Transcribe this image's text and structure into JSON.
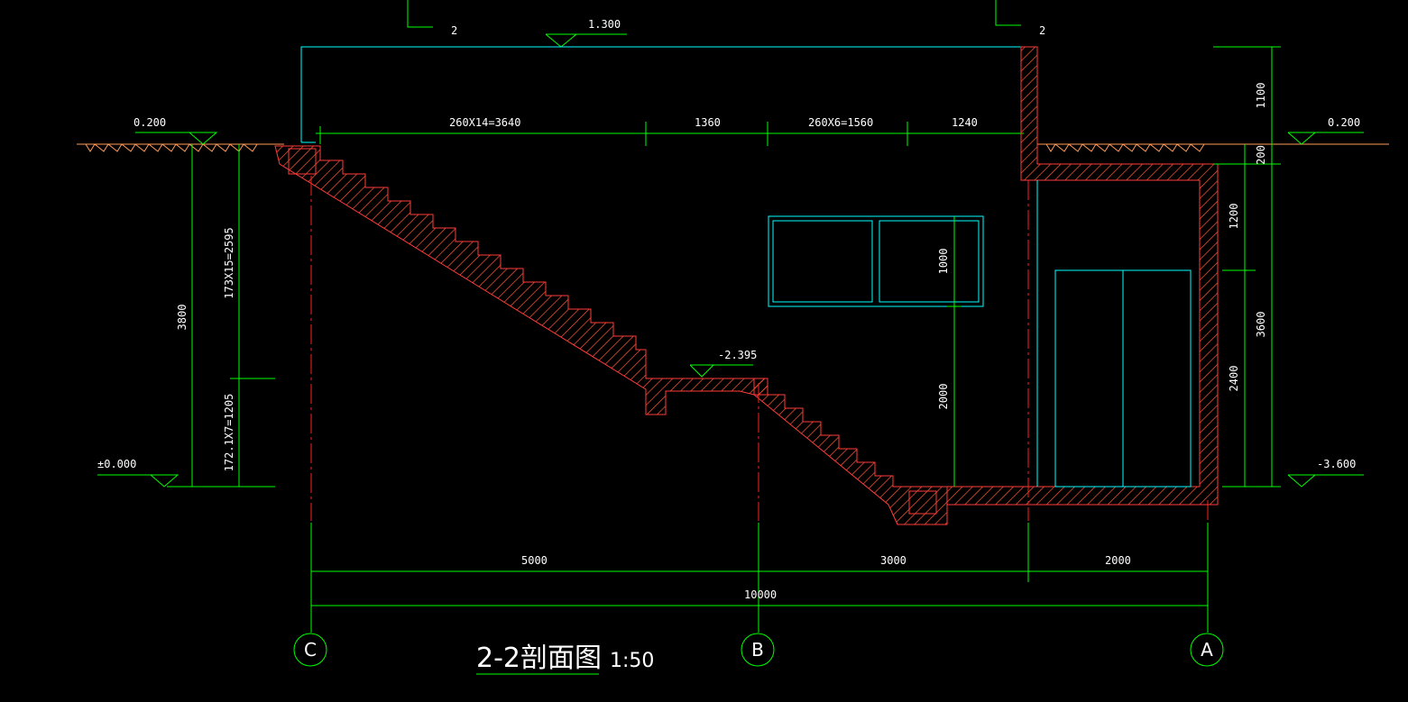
{
  "drawing": {
    "title": "2-2剖面图",
    "scale": "1:50",
    "section_marks": [
      "2",
      "2"
    ],
    "elevations": {
      "roof": "1.300",
      "ground_left": "0.200",
      "ground_right": "0.200",
      "zero": "±0.000",
      "landing": "-2.395",
      "basement": "-3.600"
    },
    "dims_top": [
      "260X14=3640",
      "1360",
      "260X6=1560",
      "1240"
    ],
    "dims_left": [
      "3800",
      "173X15=2595",
      "172.1X7=1205"
    ],
    "dims_right": [
      "1100",
      "200",
      "1200",
      "3600",
      "2400"
    ],
    "dims_window": [
      "1000",
      "2000"
    ],
    "dims_bottom": [
      "5000",
      "3000",
      "2000",
      "10000"
    ],
    "axes": [
      "C",
      "B",
      "A"
    ]
  }
}
